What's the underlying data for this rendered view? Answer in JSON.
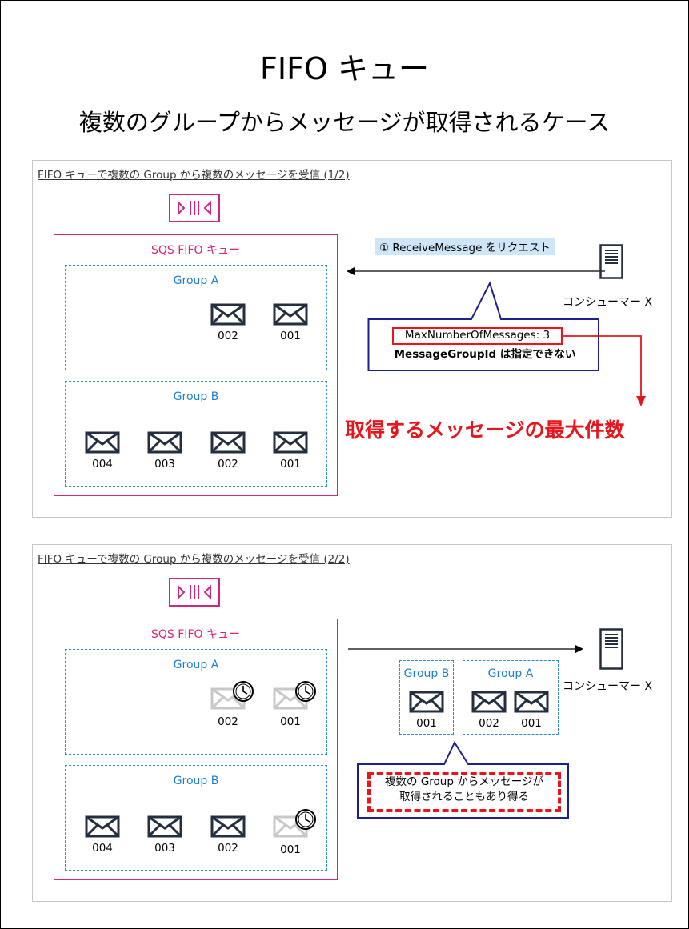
{
  "title": "FIFO キュー",
  "subtitle": "複数のグループからメッセージが取得されるケース",
  "panel1": {
    "title": "FIFO キューで複数の Group から複数のメッセージを受信 (1/2)",
    "queue_label": "SQS FIFO キュー",
    "group_a": {
      "label": "Group A",
      "messages": [
        "002",
        "001"
      ]
    },
    "group_b": {
      "label": "Group B",
      "messages": [
        "004",
        "003",
        "002",
        "001"
      ]
    },
    "request_label": "① ReceiveMessage をリクエスト",
    "consumer": "コンシューマー X",
    "callout_param": "MaxNumberOfMessages: 3",
    "callout_note": "MessageGroupId は指定できない",
    "max_note": "取得するメッセージの最大件数"
  },
  "panel2": {
    "title": "FIFO キューで複数の Group から複数のメッセージを受信 (2/2)",
    "queue_label": "SQS FIFO キュー",
    "group_a": {
      "label": "Group A",
      "messages": [
        "002",
        "001"
      ],
      "in_flight": [
        true,
        true
      ]
    },
    "group_b": {
      "label": "Group B",
      "messages": [
        "004",
        "003",
        "002",
        "001"
      ],
      "in_flight": [
        false,
        false,
        false,
        true
      ]
    },
    "consumer": "コンシューマー X",
    "received_b": {
      "label": "Group B",
      "messages": [
        "001"
      ]
    },
    "received_a": {
      "label": "Group A",
      "messages": [
        "002",
        "001"
      ]
    },
    "note_line1": "複数の Group からメッセージが",
    "note_line2": "取得されることもあり得る"
  },
  "colors": {
    "queue_border": "#d6247a",
    "group_border": "#2e8bd4",
    "callout_border": "#1c1f8c",
    "highlight_red": "#e8161c",
    "request_bg": "#cfe6f8"
  },
  "icons": {
    "queue": "sqs-queue-icon",
    "message": "envelope-icon",
    "in_flight": "clock-icon",
    "consumer": "server-icon"
  }
}
